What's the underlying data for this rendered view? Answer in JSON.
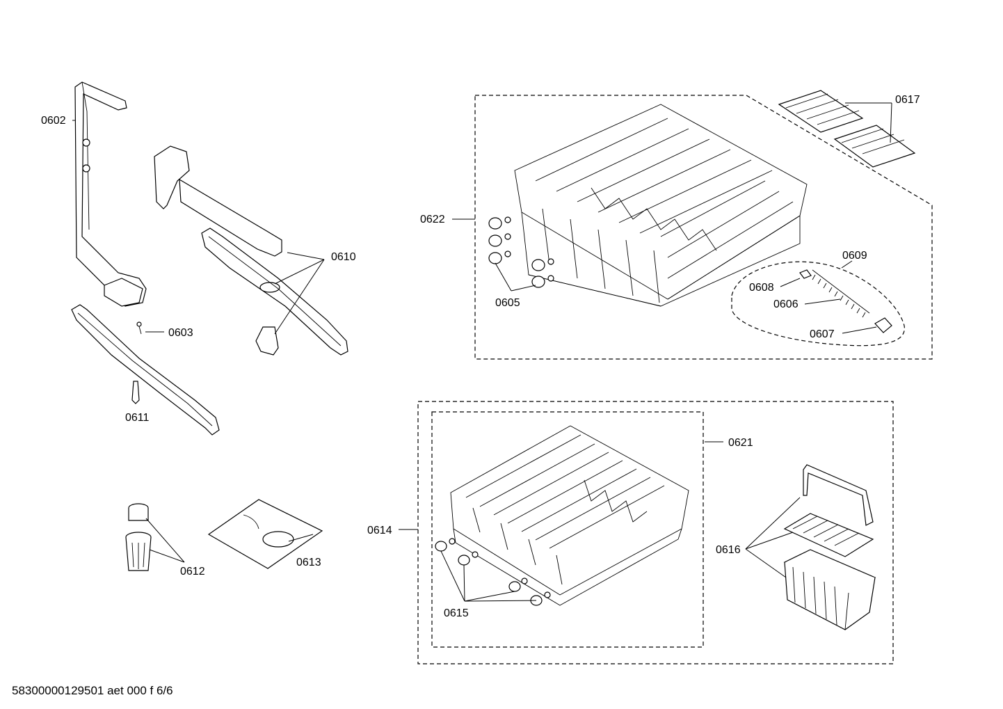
{
  "labels": {
    "p0602": "0602",
    "p0603": "0603",
    "p0605": "0605",
    "p0606": "0606",
    "p0607": "0607",
    "p0608": "0608",
    "p0609": "0609",
    "p0610": "0610",
    "p0611": "0611",
    "p0612": "0612",
    "p0613": "0613",
    "p0614": "0614",
    "p0615": "0615",
    "p0616": "0616",
    "p0617": "0617",
    "p0621": "0621",
    "p0622": "0622"
  },
  "footer": {
    "doc_id": "58300000129501 aet 000 f 6/6"
  }
}
